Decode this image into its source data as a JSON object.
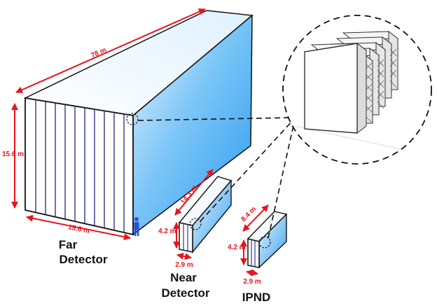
{
  "colors": {
    "dimension": "#e8141e",
    "detector_face": "#ffffff",
    "detector_side": "#39a7f2",
    "outline": "#111111"
  },
  "far_detector": {
    "label_line1": "Far",
    "label_line2": "Detector",
    "length": "78 m",
    "height": "15.6 m",
    "width": "15.6 m"
  },
  "near_detector": {
    "label_line1": "Near",
    "label_line2": "Detector",
    "length": "14.3 m",
    "height": "4.2 m",
    "width": "2.9 m"
  },
  "ipnd": {
    "label": "IPND",
    "length": "8.4 m",
    "height": "4.2 m",
    "width": "2.9 m"
  },
  "icons": {
    "person": "person-icon",
    "zoom": "zoom-circle-icon"
  }
}
